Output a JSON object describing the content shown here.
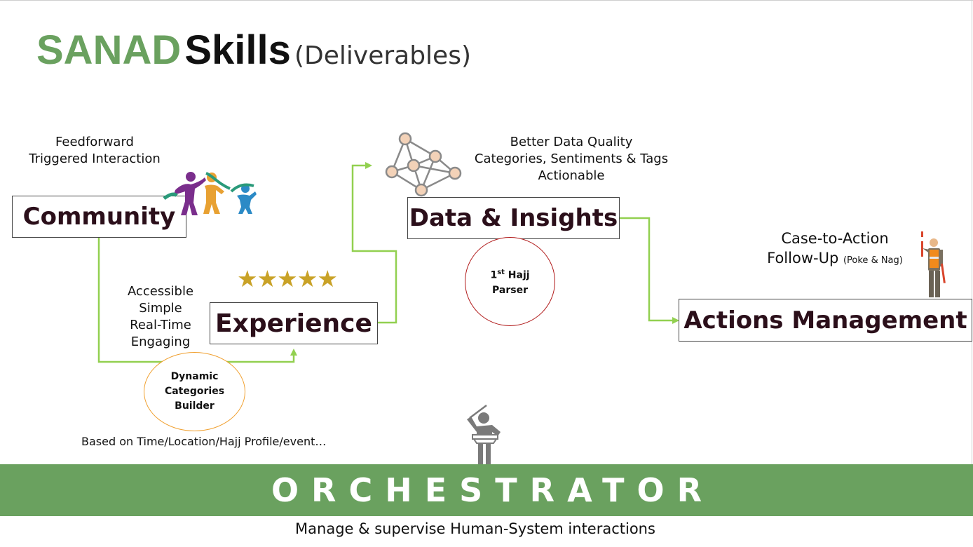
{
  "slide": {
    "title": {
      "brand": "SANAD",
      "main": "Skills",
      "sub": "(Deliverables)"
    },
    "community": {
      "label": "Community",
      "note_line1": "Feedforward",
      "note_line2": "Triggered Interaction"
    },
    "experience": {
      "label": "Experience",
      "stars": "★★★★★",
      "rating": 5,
      "qualities": [
        "Accessible",
        "Simple",
        "Real-Time",
        "Engaging"
      ]
    },
    "categories_builder": {
      "line1": "Dynamic",
      "line2": "Categories",
      "line3": "Builder",
      "caption": "Based on Time/Location/Hajj Profile/event…"
    },
    "data_insights": {
      "label": "Data & Insights",
      "note_line1": "Better Data Quality",
      "note_line2": "Categories, Sentiments & Tags",
      "note_line3": "Actionable"
    },
    "parser": {
      "ordinal_num": "1",
      "ordinal_suffix": "st",
      "line1_rest": " Hajj",
      "line2": "Parser"
    },
    "actions": {
      "label": "Actions Management",
      "note_line1": "Case-to-Action",
      "note_line2": "Follow-Up",
      "note_small": "(Poke & Nag)"
    },
    "orchestrator": {
      "label": "ORCHESTRATOR",
      "caption": "Manage & supervise Human-System interactions"
    },
    "colors": {
      "brand_green": "#6aa15f",
      "connector_green": "#92d050",
      "band_green": "#6aa15f",
      "star_gold": "#c9a227",
      "builder_circle": "#f0a030",
      "parser_circle": "#b01818",
      "network_node": "#f3d2b8",
      "network_stroke": "#8a8a8a"
    },
    "icons": [
      "people-icon",
      "network-icon",
      "traffic-controller-icon",
      "conductor-icon"
    ]
  }
}
